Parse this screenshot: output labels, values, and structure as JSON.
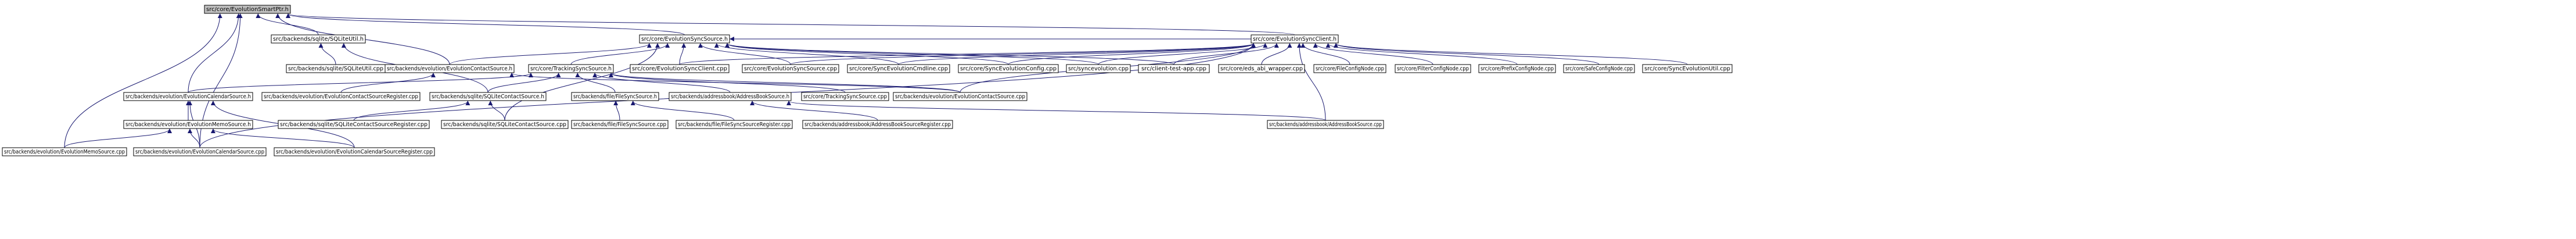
{
  "graph": {
    "colors": {
      "edge": "#191970",
      "node_fill": "#ffffff",
      "root_fill": "#bfbfbf",
      "border": "#000000"
    },
    "nodes": [
      {
        "id": "n_root",
        "label": "src/core/EvolutionSmartPtr.h",
        "root": true
      },
      {
        "id": "n_synccli",
        "label": "src/core/EvolutionSyncClient.h"
      },
      {
        "id": "n_syncsrc",
        "label": "src/core/EvolutionSyncSource.h"
      },
      {
        "id": "n_sqliteutil",
        "label": "src/backends/sqlite/SQLiteUtil.h"
      },
      {
        "id": "n_sqliteutilcpp",
        "label": "src/backends/sqlite/SQLiteUtil.cpp"
      },
      {
        "id": "n_evocontact",
        "label": "src/backends/evolution/EvolutionContactSource.h"
      },
      {
        "id": "n_tracking",
        "label": "src/core/TrackingSyncSource.h"
      },
      {
        "id": "n_evoclientcpp",
        "label": "src/core/EvolutionSyncClient.cpp"
      },
      {
        "id": "n_evosyncsrccpp",
        "label": "src/core/EvolutionSyncSource.cpp"
      },
      {
        "id": "n_cmdline",
        "label": "src/core/SyncEvolutionCmdline.cpp"
      },
      {
        "id": "n_config",
        "label": "src/core/SyncEvolutionConfig.cpp"
      },
      {
        "id": "n_syncevolution",
        "label": "src/syncevolution.cpp"
      },
      {
        "id": "n_testapp",
        "label": "src/client-test-app.cpp"
      },
      {
        "id": "n_abiwrapper",
        "label": "src/core/eds_abi_wrapper.cpp"
      },
      {
        "id": "n_fileconfig",
        "label": "src/core/FileConfigNode.cpp"
      },
      {
        "id": "n_filterconfig",
        "label": "src/core/FilterConfigNode.cpp"
      },
      {
        "id": "n_prefixconfig",
        "label": "src/core/PrefixConfigNode.cpp"
      },
      {
        "id": "n_safeconfig",
        "label": "src/core/SafeConfigNode.cpp"
      },
      {
        "id": "n_evoutil",
        "label": "src/core/SyncEvolutionUtil.cpp"
      },
      {
        "id": "n_evocal",
        "label": "src/backends/evolution/EvolutionCalendarSource.h"
      },
      {
        "id": "n_evocontactreg",
        "label": "src/backends/evolution/EvolutionContactSourceRegister.cpp"
      },
      {
        "id": "n_sqlitecontact",
        "label": "src/backends/sqlite/SQLiteContactSource.h"
      },
      {
        "id": "n_filesync",
        "label": "src/backends/file/FileSyncSource.h"
      },
      {
        "id": "n_abook",
        "label": "src/backends/addressbook/AddressBookSource.h"
      },
      {
        "id": "n_trackingcpp",
        "label": "src/core/TrackingSyncSource.cpp"
      },
      {
        "id": "n_evocontactcpp",
        "label": "src/backends/evolution/EvolutionContactSource.cpp"
      },
      {
        "id": "n_evomemo",
        "label": "src/backends/evolution/EvolutionMemoSource.h"
      },
      {
        "id": "n_sqlitecontactreg",
        "label": "src/backends/sqlite/SQLiteContactSourceRegister.cpp"
      },
      {
        "id": "n_sqlitecontactcpp",
        "label": "src/backends/sqlite/SQLiteContactSource.cpp"
      },
      {
        "id": "n_filesynccpp",
        "label": "src/backends/file/FileSyncSource.cpp"
      },
      {
        "id": "n_filesyncreg",
        "label": "src/backends/file/FileSyncSourceRegister.cpp"
      },
      {
        "id": "n_abookreg",
        "label": "src/backends/addressbook/AddressBookSourceRegister.cpp"
      },
      {
        "id": "n_abookcpp",
        "label": "src/backends/addressbook/AddressBookSource.cpp"
      },
      {
        "id": "n_evomemocpp",
        "label": "src/backends/evolution/EvolutionMemoSource.cpp"
      },
      {
        "id": "n_evocalcpp",
        "label": "src/backends/evolution/EvolutionCalendarSource.cpp"
      },
      {
        "id": "n_evocalreg",
        "label": "src/backends/evolution/EvolutionCalendarSourceRegister.cpp"
      }
    ]
  }
}
